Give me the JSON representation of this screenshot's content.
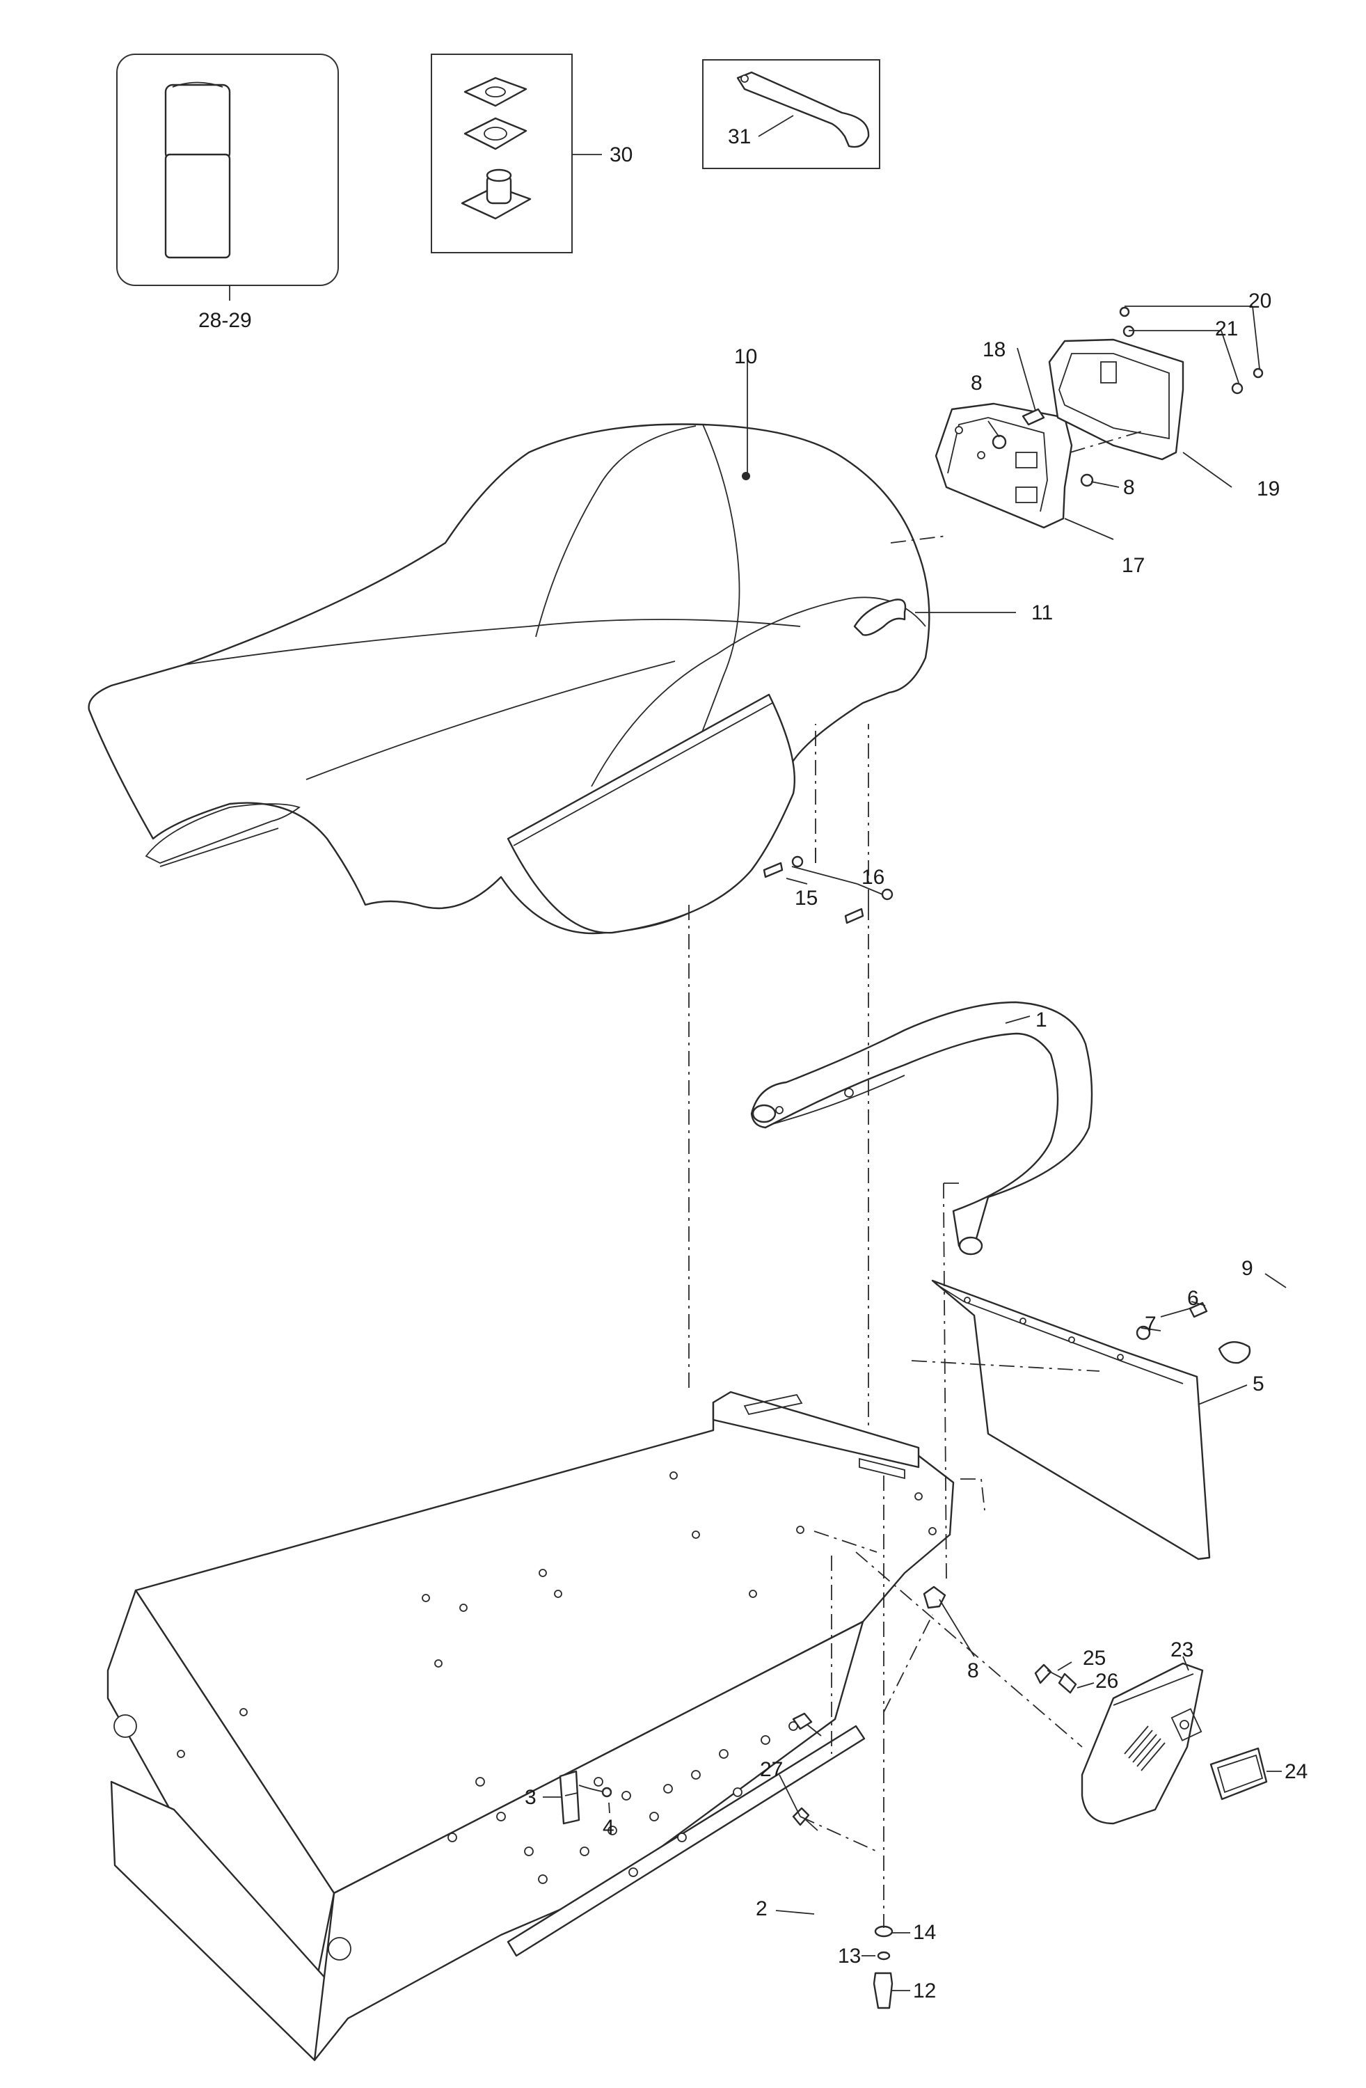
{
  "callouts": {
    "p1": "1",
    "p2": "2",
    "p3": "3",
    "p4": "4",
    "p5": "5",
    "p6": "6",
    "p7": "7",
    "p8a": "8",
    "p8b": "8",
    "p8c": "8",
    "p9": "9",
    "p10": "10",
    "p11": "11",
    "p12": "12",
    "p13": "13",
    "p14": "14",
    "p15": "15",
    "p16": "16",
    "p17": "17",
    "p18": "18",
    "p19": "19",
    "p20": "20",
    "p21": "21",
    "p23": "23",
    "p24": "24",
    "p25": "25",
    "p26": "26",
    "p27": "27",
    "p28_29": "28-29",
    "p30": "30",
    "p31": "31"
  }
}
